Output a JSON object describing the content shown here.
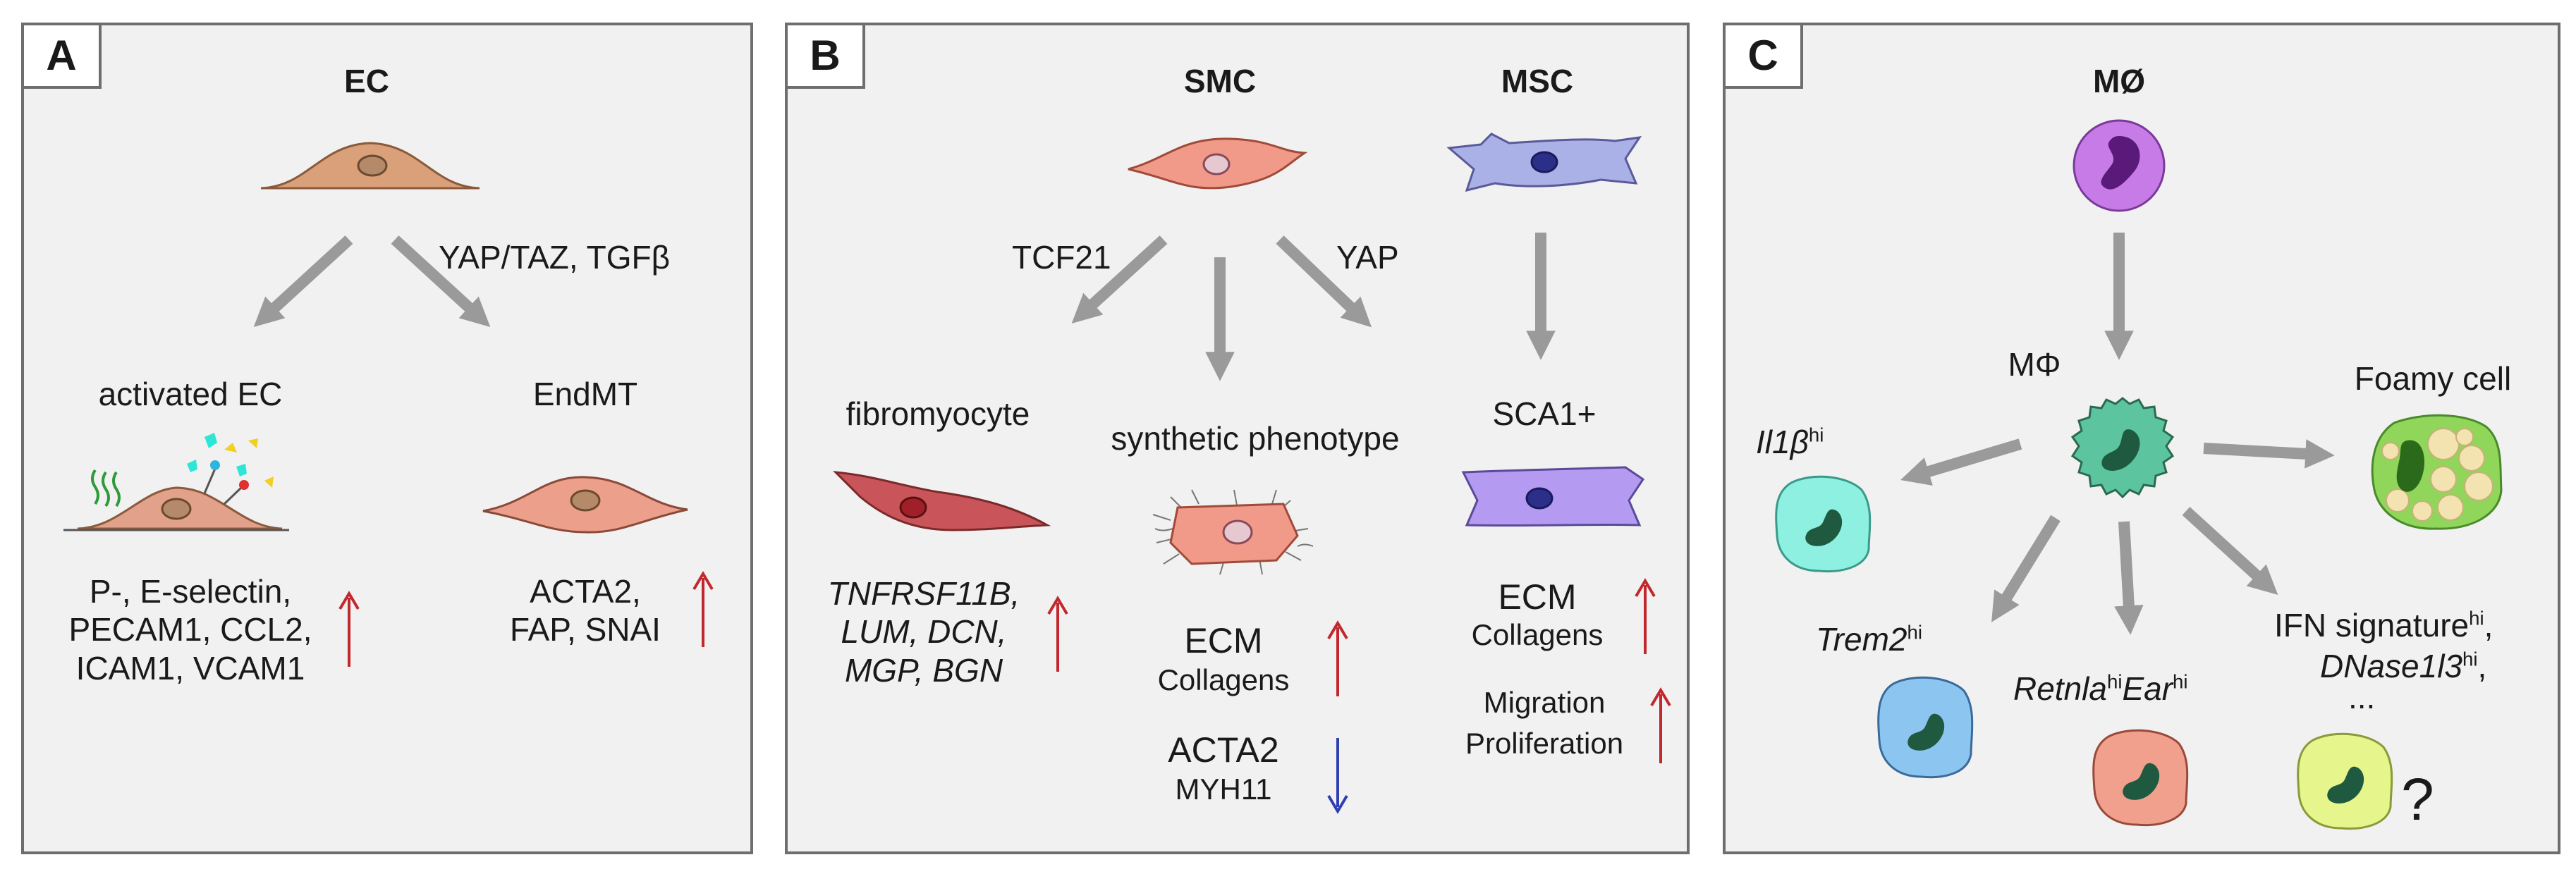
{
  "panel_a": {
    "label": "A",
    "title": "EC",
    "pathway_label": "YAP/TAZ, TGFβ",
    "branch_left": "activated EC",
    "branch_right": "EndMT",
    "markers_left": "P-, E-selectin,\nPECAM1, CCL2,\nICAM1, VCAM1",
    "markers_right": "ACTA2,\nFAP, SNAI"
  },
  "panel_b": {
    "label": "B",
    "title_smc": "SMC",
    "title_msc": "MSC",
    "pathway_left": "TCF21",
    "pathway_right": "YAP",
    "fibromyocyte": "fibromyocyte",
    "synthetic": "synthetic phenotype",
    "sca1": "SCA1+",
    "genes_fibro": "TNFRSF11B,\nLUM, DCN,\nMGP, BGN",
    "ecm": "ECM",
    "collagens": "Collagens",
    "acta2": "ACTA2",
    "myh11": "MYH11",
    "msc_ecm": "ECM",
    "msc_collagens": "Collagens",
    "migration": "Migration",
    "proliferation": "Proliferation"
  },
  "panel_c": {
    "label": "C",
    "title_mono": "MØ",
    "macro": "MΦ",
    "foamy": "Foamy cell",
    "il1b": "Il1β",
    "trem2": "Trem2",
    "retnla": "Retnla",
    "ear": "Ear",
    "hi": "hi",
    "ifn": "IFN signature",
    "dnase": "DNase1l3",
    "dnase_suffix": ",",
    "ifn_suffix": ",",
    "ellipsis": "...",
    "question": "?"
  },
  "colors": {
    "up_arrow": "#c0282d",
    "down_arrow": "#2f3fb0",
    "flow_arrow": "#9a9a9a",
    "ec_cell": "#d9a07a",
    "smc_cell": "#f29a8a",
    "msc_cell": "#aab1e6",
    "monocyte": "#c77be6",
    "macrophage": "#5dc4a0",
    "foamy": "#8fd65a",
    "il1b_cell": "#8ef0e0",
    "trem2_cell": "#8cc6f0",
    "retnla_cell": "#f0a08c",
    "ifn_cell": "#e6f58c"
  }
}
